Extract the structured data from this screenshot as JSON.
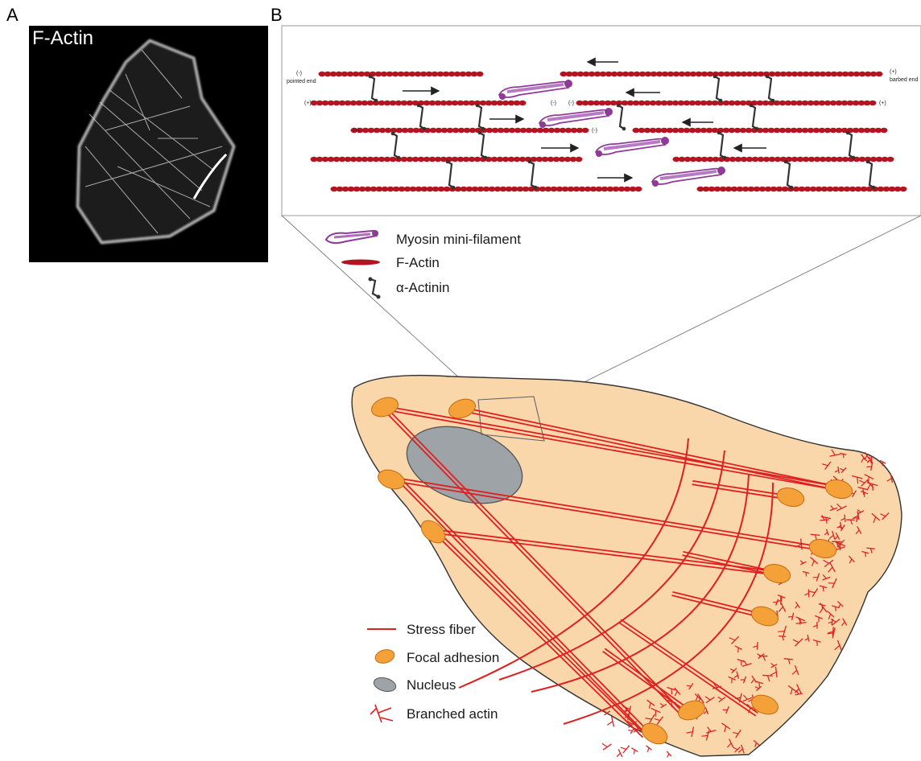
{
  "panel_a": {
    "letter": "A",
    "title": "F-Actin"
  },
  "panel_b": {
    "letter": "B",
    "inset_labels": {
      "minus_end": "(-)",
      "plus_end": "(+)",
      "pointed_end": "pointed end",
      "barbed_end": "barbed end"
    },
    "top_legend": [
      {
        "icon": "myosin-icon",
        "label": "Myosin mini-filament"
      },
      {
        "icon": "f-actin-icon",
        "label": "F-Actin"
      },
      {
        "icon": "alpha-actinin-icon",
        "label": "α-Actinin"
      }
    ],
    "bottom_legend": [
      {
        "icon": "stress-fiber-icon",
        "label": "Stress fiber"
      },
      {
        "icon": "focal-adhesion-icon",
        "label": "Focal adhesion"
      },
      {
        "icon": "nucleus-icon",
        "label": "Nucleus"
      },
      {
        "icon": "branched-actin-icon",
        "label": "Branched actin"
      }
    ]
  },
  "colors": {
    "actin": "#b3141f",
    "myosin": "#8e3a96",
    "actinin": "#333333",
    "cell": "#f9d7ab",
    "focal_adhesion": "#f5a13a",
    "nucleus": "#9ea3a8",
    "stress_fiber": "#e02020"
  }
}
